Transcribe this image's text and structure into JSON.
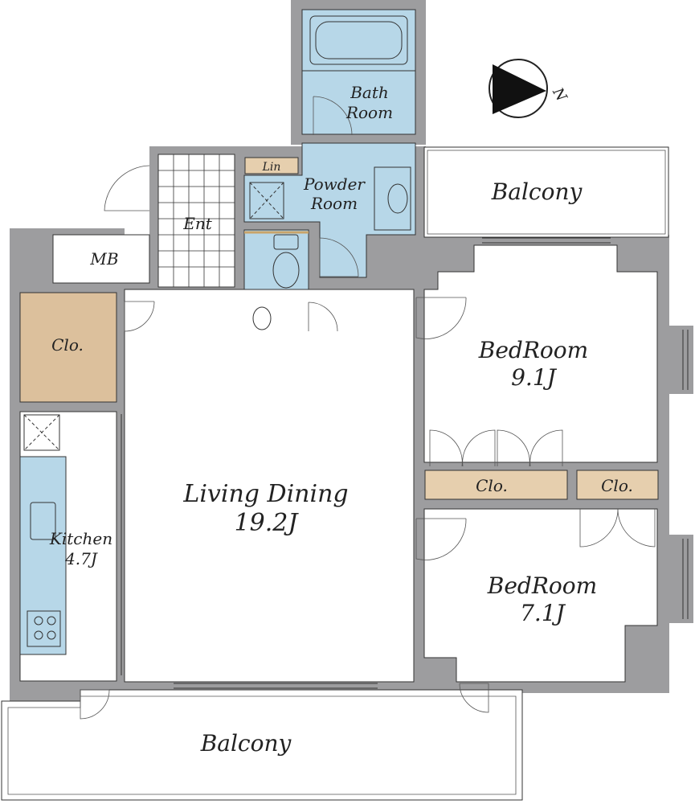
{
  "compass": {
    "label": "N",
    "icon": "north-arrow-icon"
  },
  "colors": {
    "wall": "#9d9d9f",
    "wet_area": "#b7d7e8",
    "closet": "#e6cfae",
    "closet_large": "#dcc09c",
    "floor": "#ffffff"
  },
  "rooms": {
    "bath": {
      "line1": "Bath",
      "line2": "Room"
    },
    "powder": {
      "line1": "Powder",
      "line2": "Room"
    },
    "linen": "Lin",
    "entrance": "Ent",
    "meter_box": "MB",
    "closet_left": "Clo.",
    "kitchen": {
      "name": "Kitchen",
      "size": "4.7J"
    },
    "living": {
      "name": "Living Dining",
      "size": "19.2J"
    },
    "bedroom1": {
      "name": "BedRoom",
      "size": "9.1J"
    },
    "bedroom2": {
      "name": "BedRoom",
      "size": "7.1J"
    },
    "closet_bed1": "Clo.",
    "closet_bed2": "Clo.",
    "balcony_top": "Balcony",
    "balcony_bottom": "Balcony"
  }
}
